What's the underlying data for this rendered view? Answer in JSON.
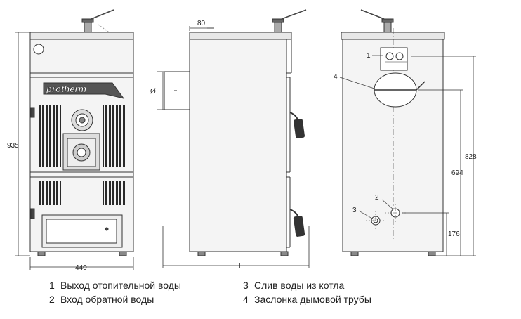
{
  "brand": "protherm",
  "dimensions": {
    "height": "935",
    "width": "440",
    "length": "L",
    "pipe_offset": "80",
    "diameter": "Ø",
    "h_828": "828",
    "h_694": "694",
    "h_176": "176"
  },
  "callouts": [
    "1",
    "2",
    "3",
    "4"
  ],
  "legend": [
    {
      "num": "1",
      "text": "Выход отопительной воды"
    },
    {
      "num": "2",
      "text": "Вход обратной воды"
    },
    {
      "num": "3",
      "text": "Слив воды из котла"
    },
    {
      "num": "4",
      "text": "Заслонка дымовой трубы"
    }
  ]
}
